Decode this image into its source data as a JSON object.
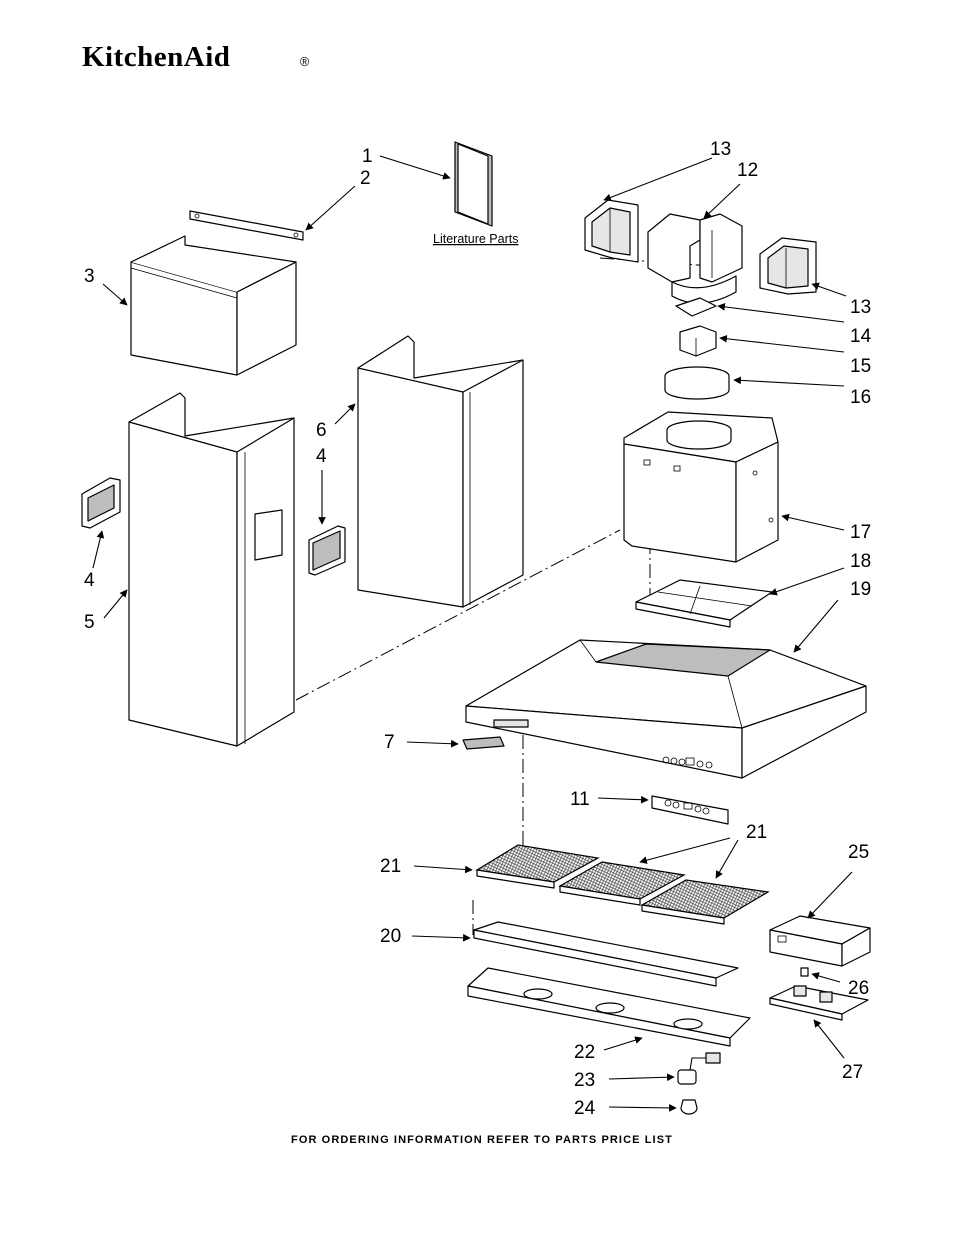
{
  "brand": {
    "name": "KitchenAid",
    "registered_mark": "®"
  },
  "literature_label": "Literature Parts",
  "footer_text": "FOR ORDERING INFORMATION REFER TO PARTS PRICE LIST",
  "callouts": {
    "c1": "1",
    "c2": "2",
    "c3": "3",
    "c4a": "4",
    "c4b": "4",
    "c5": "5",
    "c6": "6",
    "c7": "7",
    "c11": "11",
    "c12": "12",
    "c13a": "13",
    "c13b": "13",
    "c14": "14",
    "c15": "15",
    "c16": "16",
    "c17": "17",
    "c18": "18",
    "c19": "19",
    "c20": "20",
    "c21a": "21",
    "c21b": "21",
    "c22": "22",
    "c23": "23",
    "c24": "24",
    "c25": "25",
    "c26": "26",
    "c27": "27"
  }
}
